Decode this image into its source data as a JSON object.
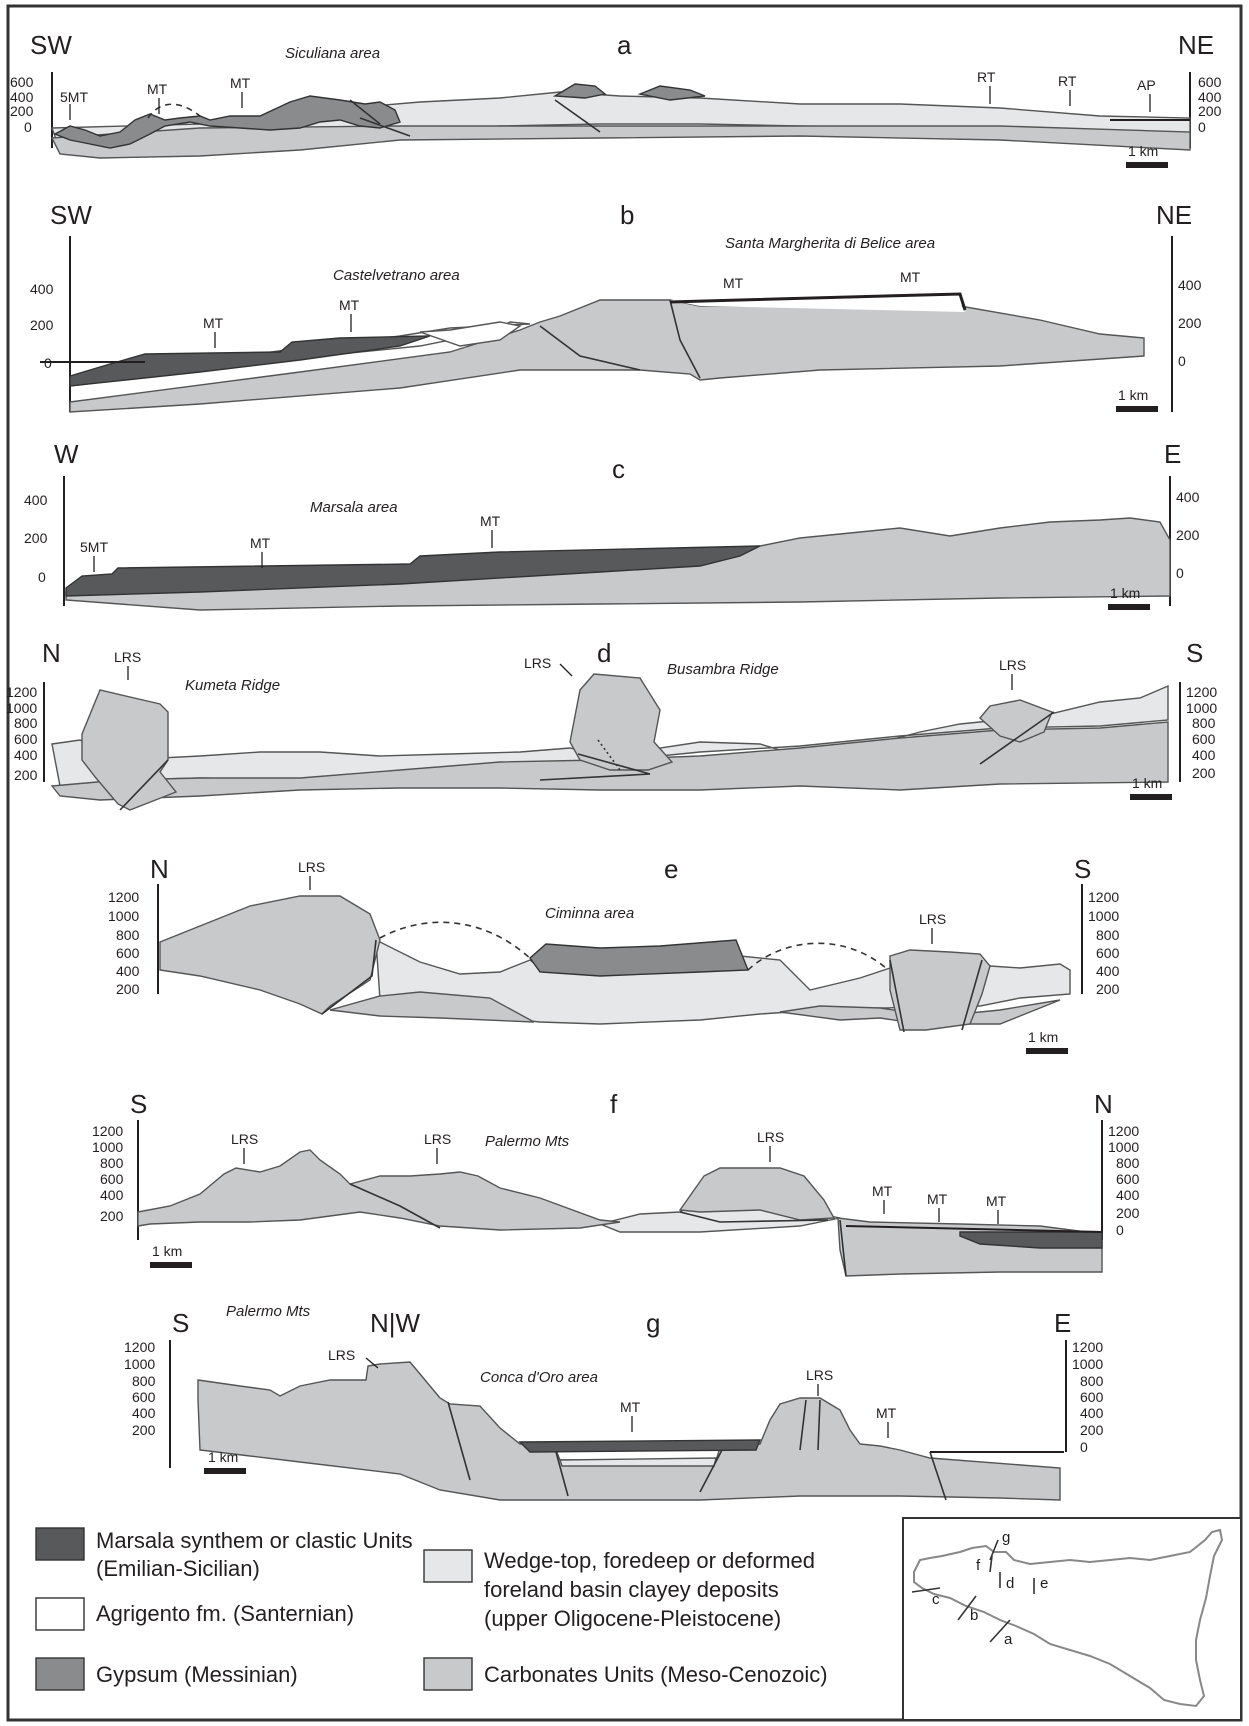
{
  "sections": {
    "a": {
      "letter": "a",
      "left": "SW",
      "right": "NE",
      "area": "Siculiana area",
      "ticks_left": [
        "600",
        "400",
        "200",
        "0"
      ],
      "ticks_right": [
        "600",
        "400",
        "200",
        "0"
      ],
      "labels": [
        "5MT",
        "MT",
        "MT",
        "RT",
        "RT",
        "AP"
      ],
      "scale": "1 km"
    },
    "b": {
      "letter": "b",
      "left": "SW",
      "right": "NE",
      "area1": "Castelvetrano area",
      "area2": "Santa Margherita di Belice area",
      "ticks_left": [
        "400",
        "200",
        "0"
      ],
      "ticks_right": [
        "400",
        "200",
        "0"
      ],
      "labels": [
        "MT",
        "MT",
        "MT",
        "MT"
      ],
      "scale": "1 km"
    },
    "c": {
      "letter": "c",
      "left": "W",
      "right": "E",
      "area": "Marsala area",
      "ticks_left": [
        "400",
        "200",
        "0"
      ],
      "ticks_right": [
        "400",
        "200",
        "0"
      ],
      "labels": [
        "5MT",
        "MT",
        "MT"
      ],
      "scale": "1 km"
    },
    "d": {
      "letter": "d",
      "left": "N",
      "right": "S",
      "area1": "Kumeta Ridge",
      "area2": "Busambra Ridge",
      "ticks_left": [
        "1200",
        "1000",
        "800",
        "600",
        "400",
        "200"
      ],
      "ticks_right": [
        "1200",
        "1000",
        "800",
        "600",
        "400",
        "200"
      ],
      "labels": [
        "LRS",
        "LRS",
        "LRS"
      ],
      "scale": "1 km"
    },
    "e": {
      "letter": "e",
      "left": "N",
      "right": "S",
      "area": "Ciminna area",
      "ticks_left": [
        "1200",
        "1000",
        "800",
        "600",
        "400",
        "200"
      ],
      "ticks_right": [
        "1200",
        "1000",
        "800",
        "600",
        "400",
        "200"
      ],
      "labels": [
        "LRS",
        "LRS"
      ],
      "scale": "1 km"
    },
    "f": {
      "letter": "f",
      "left": "S",
      "right": "N",
      "area": "Palermo Mts",
      "ticks_left": [
        "1200",
        "1000",
        "800",
        "600",
        "400",
        "200"
      ],
      "ticks_right": [
        "1200",
        "1000",
        "800",
        "600",
        "400",
        "200",
        "0"
      ],
      "labels": [
        "LRS",
        "LRS",
        "LRS",
        "MT",
        "MT",
        "MT"
      ],
      "scale": "1 km"
    },
    "g": {
      "letter": "g",
      "left": "S",
      "mid": "N|W",
      "right": "E",
      "area1": "Palermo Mts",
      "area2": "Conca d'Oro area",
      "ticks_left": [
        "1200",
        "1000",
        "800",
        "600",
        "400",
        "200"
      ],
      "ticks_right": [
        "1200",
        "1000",
        "800",
        "600",
        "400",
        "200",
        "0"
      ],
      "labels": [
        "LRS",
        "LRS",
        "MT",
        "MT"
      ],
      "scale": "1 km"
    }
  },
  "legend": {
    "marsala": [
      "Marsala synthem or clastic Units",
      "(Emilian-Sicilian)"
    ],
    "agrigento": "Agrigento fm. (Santernian)",
    "gypsum": "Gypsum (Messinian)",
    "wedge": [
      "Wedge-top, foredeep or deformed",
      "foreland basin clayey deposits",
      "(upper Oligocene-Pleistocene)"
    ],
    "carbonates": "Carbonates Units (Meso-Cenozoic)"
  },
  "map": {
    "labels": [
      "g",
      "f",
      "d",
      "e",
      "c",
      "b",
      "a"
    ]
  },
  "colors": {
    "carbonates": "#c8c9cb",
    "wedge": "#e6e7e8",
    "marsala": "#58595b",
    "gypsum": "#8a8b8d",
    "agrigento": "#ffffff"
  }
}
